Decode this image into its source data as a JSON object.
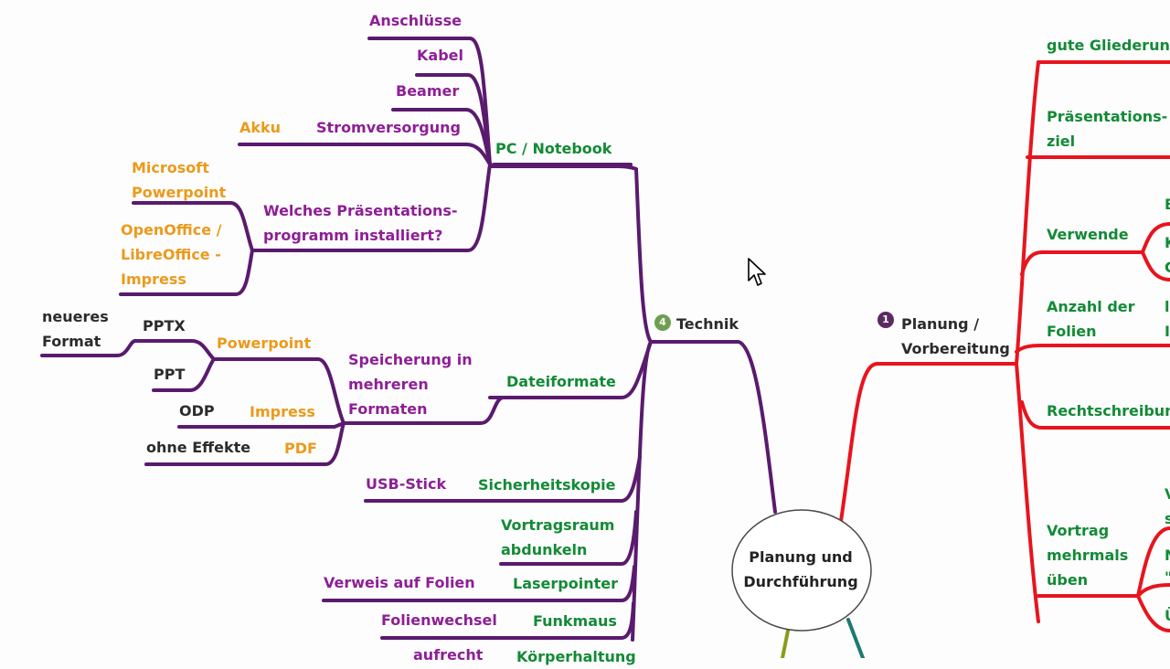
{
  "center": {
    "line1": "Planung und",
    "line2": "Durchführung"
  },
  "colors": {
    "technik": "#5a1a6e",
    "planung": "#e8141d",
    "purple_text": "#8d1f95",
    "green_text": "#138a36",
    "orange_text": "#eb9a1c"
  },
  "technik": {
    "badge": "4",
    "title": "Technik",
    "pc": {
      "label": "PC / Notebook",
      "anschluesse": "Anschlüsse",
      "kabel": "Kabel",
      "beamer": "Beamer",
      "stromversorgung": "Stromversorgung",
      "akku": "Akku",
      "praesentationsprogramm": {
        "line1": "Welches Präsentations-",
        "line2": "programm installiert?"
      },
      "microsoft": {
        "line1": "Microsoft",
        "line2": "Powerpoint"
      },
      "openoffice": {
        "line1": "OpenOffice /",
        "line2": "LibreOffice -",
        "line3": "Impress"
      }
    },
    "dateiformate": {
      "label": "Dateiformate",
      "speicherung": {
        "line1": "Speicherung in",
        "line2": "mehreren",
        "line3": "Formaten"
      },
      "powerpoint": "Powerpoint",
      "pptx": "PPTX",
      "neueres": {
        "line1": "neueres",
        "line2": "Format"
      },
      "ppt": "PPT",
      "impress": "Impress",
      "odp": "ODP",
      "pdf": "PDF",
      "ohne_effekte": "ohne Effekte"
    },
    "sicherheitskopie": "Sicherheitskopie",
    "usb_stick": "USB-Stick",
    "vortragsraum": {
      "line1": "Vortragsraum",
      "line2": "abdunkeln"
    },
    "laserpointer": "Laserpointer",
    "verweis": "Verweis auf Folien",
    "funkmaus": "Funkmaus",
    "folienwechsel": "Folienwechsel",
    "koerperhaltung": "Körperhaltung",
    "aufrecht": "aufrecht"
  },
  "planung": {
    "badge": "1",
    "title": {
      "line1": "Planung /",
      "line2": "Vorbereitung"
    },
    "gliederung": "gute Gliederung",
    "praesentationsziel": {
      "line1": "Präsentations-",
      "line2": "ziel"
    },
    "verwende": "Verwende",
    "verwende_sub": {
      "a": "B",
      "b": "K",
      "c": "G"
    },
    "anzahl": {
      "line1": "Anzahl der",
      "line2": "Folien"
    },
    "anzahl_sub": {
      "a": "l",
      "b": "I"
    },
    "rechtschreibung": "Rechtschreibung",
    "vortrag": {
      "line1": "Vortrag",
      "line2": "mehrmals",
      "line3": "üben"
    },
    "vortrag_sub": {
      "a": "V",
      "b": "s",
      "c": "N",
      "d": "\"",
      "e": "Ü"
    }
  }
}
